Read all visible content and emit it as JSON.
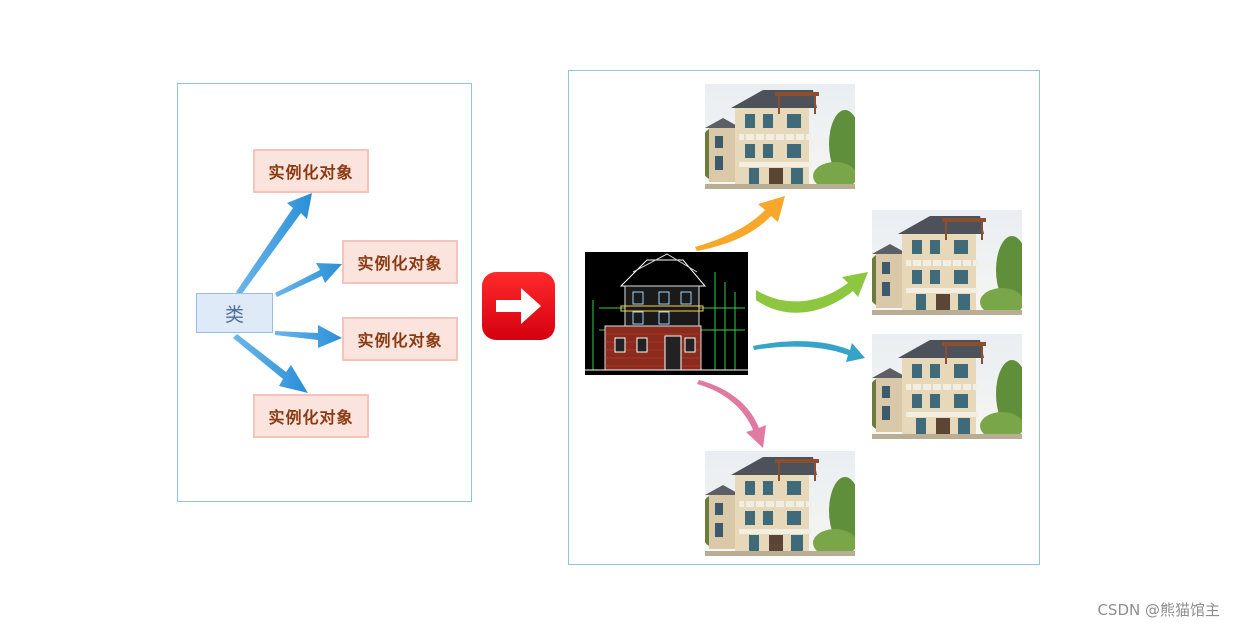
{
  "left_diagram": {
    "class_label": "类",
    "instances": [
      "实例化对象",
      "实例化对象",
      "实例化对象",
      "实例化对象"
    ]
  },
  "colors": {
    "panel_border": "#8cc3e6",
    "class_box_fill": "#dfeaf8",
    "instance_box_fill": "#fbe4dd",
    "instance_text": "#8a3a12",
    "transition_arrow": "#e8101b",
    "curved_arrows": [
      "#f7a72a",
      "#8dc63f",
      "#36a3c9",
      "#e07aa0"
    ]
  },
  "right_diagram": {
    "blueprint": "house-blueprint",
    "houses": [
      "house-photo",
      "house-photo",
      "house-photo",
      "house-photo"
    ]
  },
  "watermark": "CSDN @熊猫馆主"
}
